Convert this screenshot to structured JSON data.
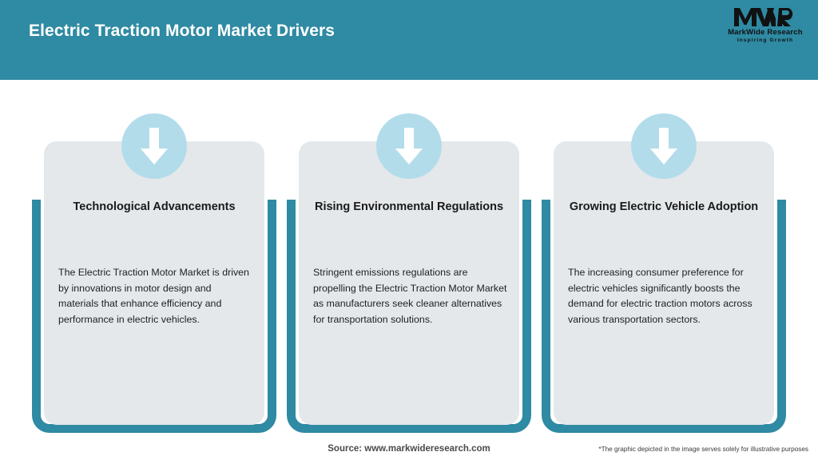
{
  "header": {
    "title": "Electric Traction Motor Market Drivers",
    "background_color": "#2f8aa3",
    "title_color": "#ffffff"
  },
  "logo": {
    "mark": "MWR",
    "name": "MarkWide Research",
    "tagline": "Inspiring Growth"
  },
  "theme": {
    "accent_teal": "#2f8aa3",
    "card_bg": "#e4e8ea",
    "badge_blue": "#b3dceb",
    "arrow_color": "#ffffff",
    "page_bg": "#ffffff"
  },
  "cards": [
    {
      "icon": "down-arrow-icon",
      "title": "Technological Advancements",
      "body": "The Electric Traction Motor Market is driven by innovations in motor design and materials that enhance efficiency and performance in electric vehicles."
    },
    {
      "icon": "down-arrow-icon",
      "title": "Rising Environmental Regulations",
      "body": "Stringent emissions regulations are propelling the Electric Traction Motor Market as manufacturers seek cleaner alternatives for transportation solutions."
    },
    {
      "icon": "down-arrow-icon",
      "title": "Growing Electric Vehicle Adoption",
      "body": "The increasing consumer preference for electric vehicles significantly boosts the demand for electric traction motors across various transportation sectors."
    }
  ],
  "footer": {
    "source": "Source: www.markwideresearch.com",
    "disclaimer": "*The graphic depicted in the image serves solely for illustrative purposes"
  }
}
